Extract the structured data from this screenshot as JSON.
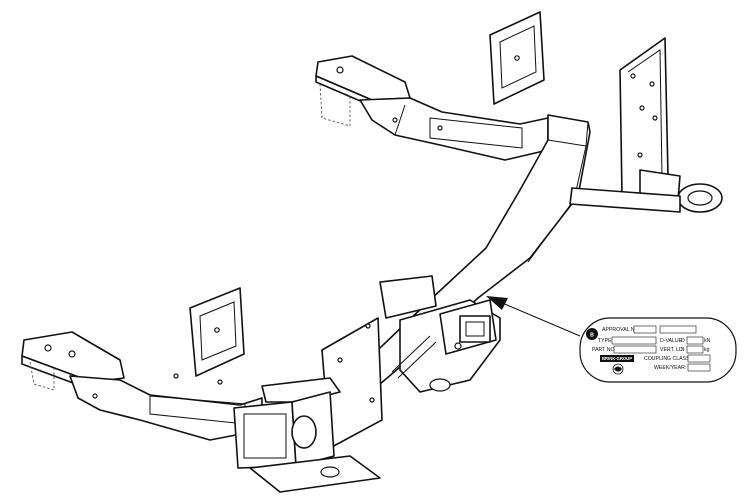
{
  "label_plate": {
    "approval_no": "APPROVAL NO.",
    "type": "TYPE:",
    "part_no": "PART NO.",
    "d_value": "D-VALUE:",
    "d_symbol": "D",
    "d_unit": "kN",
    "vert_ld": "VERT. LD:",
    "s_symbol": "S",
    "s_unit": "kg",
    "coupling_class": "COUPLING CLASS:",
    "week_year": "WEEK/YEAR:",
    "brand": "BRINK-GROUP",
    "badge_letter": "B"
  }
}
